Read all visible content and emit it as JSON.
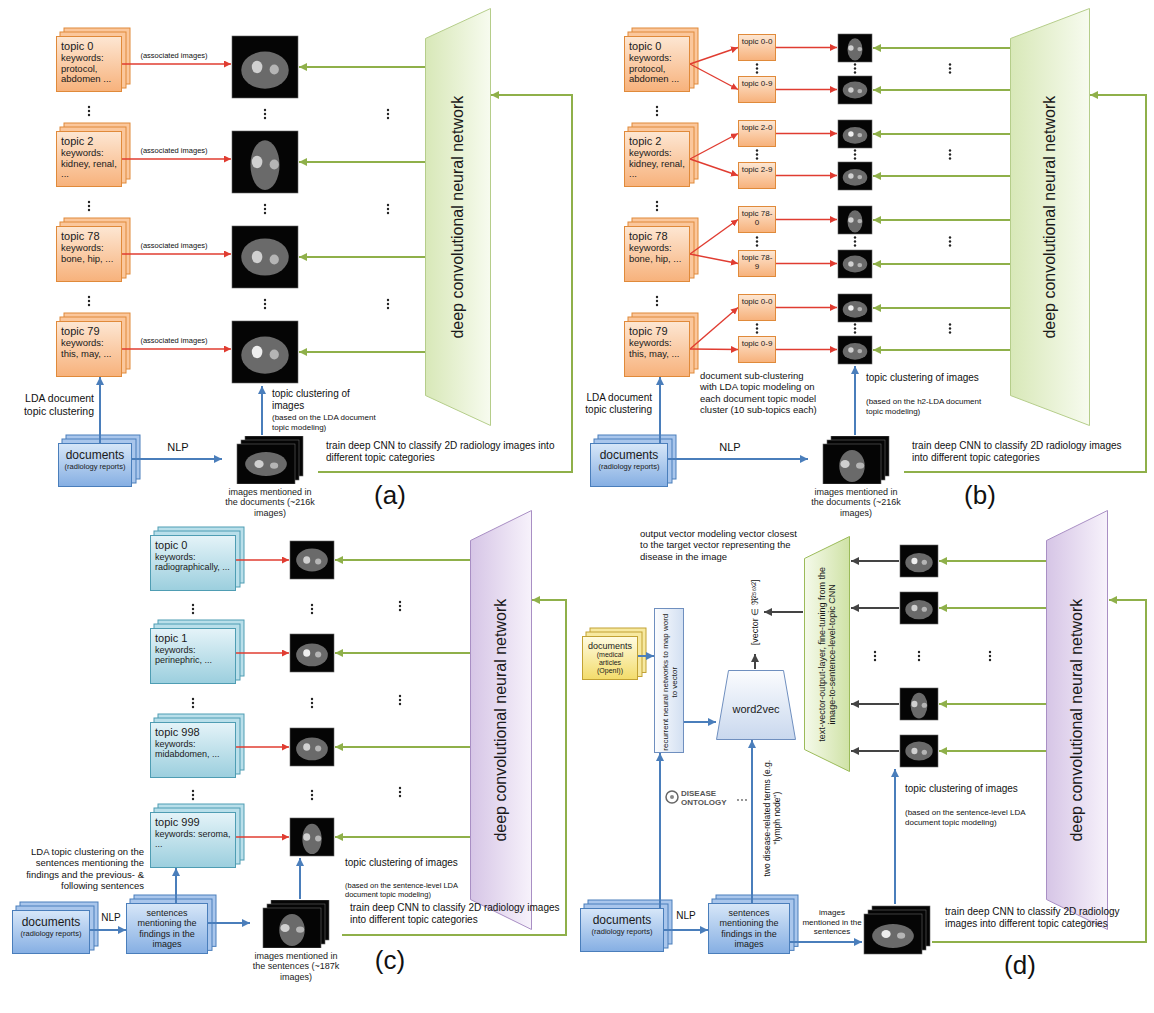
{
  "diagram": {
    "nodes": [
      {
        "text": [
          "topic 0",
          "keywords: protocol, abdomen ..."
        ]
      },
      {
        "text": [
          "topic 2",
          "keywords: kidney, renal, ..."
        ]
      },
      {
        "text": [
          "topic 78",
          "keywords: bone, hip, ..."
        ]
      },
      {
        "text": [
          "topic 79",
          "keywords: this, may, ..."
        ]
      },
      {
        "text": [
          "deep convolutional neural network"
        ]
      },
      {
        "text": [
          "documents",
          "(radiology reports)"
        ]
      },
      {
        "text": [
          "images mentioned in the documents (~216k images)"
        ]
      },
      {
        "text": [
          "topic 0",
          "keywords: protocol, abdomen ..."
        ]
      },
      {
        "text": [
          "topic 2",
          "keywords: kidney, renal, ..."
        ]
      },
      {
        "text": [
          "topic 78",
          "keywords: bone, hip, ..."
        ]
      },
      {
        "text": [
          "topic 79",
          "keywords: this, may, ..."
        ]
      },
      {
        "text": [
          "topic 0-0"
        ]
      },
      {
        "text": [
          "topic 0-9"
        ]
      },
      {
        "text": [
          "topic 2-0"
        ]
      },
      {
        "text": [
          "topic 2-9"
        ]
      },
      {
        "text": [
          "topic 78-0"
        ]
      },
      {
        "text": [
          "topic 78-9"
        ]
      },
      {
        "text": [
          "topic 0-0"
        ]
      },
      {
        "text": [
          "topic 0-9"
        ]
      },
      {
        "text": [
          "deep convolutional neural network"
        ]
      },
      {
        "text": [
          "documents",
          "(radiology reports)"
        ]
      },
      {
        "text": [
          "images mentioned in the documents (~216k images)"
        ]
      },
      {
        "text": [
          "topic 0",
          "keywords: radiographically, ..."
        ]
      },
      {
        "text": [
          "topic 1",
          "keywords: perinephric, ..."
        ]
      },
      {
        "text": [
          "topic 998",
          "keywords: midabdomen, ..."
        ]
      },
      {
        "text": [
          "topic 999",
          "keywords: seroma, ..."
        ]
      },
      {
        "text": [
          "deep convolutional neural network"
        ]
      },
      {
        "text": [
          "documents",
          "(radiology reports)"
        ]
      },
      {
        "text": [
          "sentences mentioning the findings in the images"
        ]
      },
      {
        "text": [
          "images mentioned in the sentences (~187k images)"
        ]
      },
      {
        "text": [
          "documents",
          "(medical articles (OpenI))"
        ]
      },
      {
        "text": [
          "recurrent neural networks to map word to vector"
        ]
      },
      {
        "text": [
          "word2vec"
        ]
      },
      {
        "text": [
          "text-vector-output-layer, fine-tuning from the image-to-sentence-level-topic CNN"
        ]
      },
      {
        "text": [
          "deep convolutional neural network"
        ]
      },
      {
        "text": [
          "documents",
          "(radiology reports)"
        ]
      },
      {
        "text": [
          "sentences mentioning the findings in the images"
        ]
      }
    ],
    "edges": [
      {
        "from": 5,
        "to": 3,
        "arrow": "to",
        "label": "LDA document topic clustering"
      },
      {
        "from": 5,
        "to": 6,
        "arrow": "to",
        "label": "NLP"
      },
      {
        "from": 6,
        "to": 4,
        "arrow": "to",
        "label": "train deep CNN to classify 2D radiology images into different topic categories"
      },
      {
        "from": 20,
        "to": 10,
        "arrow": "to",
        "label": "LDA document topic clustering"
      },
      {
        "from": 20,
        "to": 21,
        "arrow": "to",
        "label": "NLP"
      },
      {
        "from": 21,
        "to": 19,
        "arrow": "to",
        "label": "train deep CNN to classify 2D radiology images into different topic categories"
      },
      {
        "from": 7,
        "to": 11,
        "arrow": "to"
      },
      {
        "from": 7,
        "to": 12,
        "arrow": "to"
      },
      {
        "from": 8,
        "to": 13,
        "arrow": "to"
      },
      {
        "from": 8,
        "to": 14,
        "arrow": "to"
      },
      {
        "from": 9,
        "to": 15,
        "arrow": "to"
      },
      {
        "from": 9,
        "to": 16,
        "arrow": "to"
      },
      {
        "from": 10,
        "to": 17,
        "arrow": "to"
      },
      {
        "from": 10,
        "to": 18,
        "arrow": "to"
      },
      {
        "from": 27,
        "to": 28,
        "arrow": "to",
        "label": "NLP"
      },
      {
        "from": 28,
        "to": 25,
        "arrow": "to",
        "label": "LDA topic clustering on the sentences mentioning the findings and the previous- & following sentences"
      },
      {
        "from": 28,
        "to": 29,
        "arrow": "to"
      },
      {
        "from": 29,
        "to": 26,
        "arrow": "to",
        "label": "train deep CNN to classify 2D radiology images into different topic categories"
      },
      {
        "from": 30,
        "to": 31,
        "arrow": "to"
      },
      {
        "from": 35,
        "to": 31,
        "arrow": "to"
      },
      {
        "from": 31,
        "to": 32,
        "arrow": "to"
      },
      {
        "from": 35,
        "to": 36,
        "arrow": "to",
        "label": "NLP"
      },
      {
        "from": 36,
        "to": 32,
        "arrow": "to",
        "label": "two disease-related terms (e.g. \"lymph node\")"
      }
    ],
    "labels": [
      "(associated images)",
      "(associated images)",
      "(associated images)",
      "(associated images)",
      "topic clustering of images",
      "(based on the LDA document topic modeling)",
      "(a)",
      "document sub-clustering with LDA topic modeling on each document topic model cluster (10 sub-topics each)",
      "topic clustering of images",
      "(based on the h2-LDA document topic modeling)",
      "(b)",
      "topic clustering of images",
      "(based on the sentence-level LDA document topic modeling)",
      "(c)",
      "output vector modeling vector closest to the target vector representing the disease in the image",
      "[vector ∈ ℜ²⁵⁶ˣ²]",
      "DISEASE ONTOLOGY",
      "images mentioned in the sentences",
      "topic clustering of images",
      "(based on the sentence-level LDA document topic modeling)",
      "train deep CNN to classify 2D radiology images into different topic categories",
      "(d)"
    ]
  }
}
